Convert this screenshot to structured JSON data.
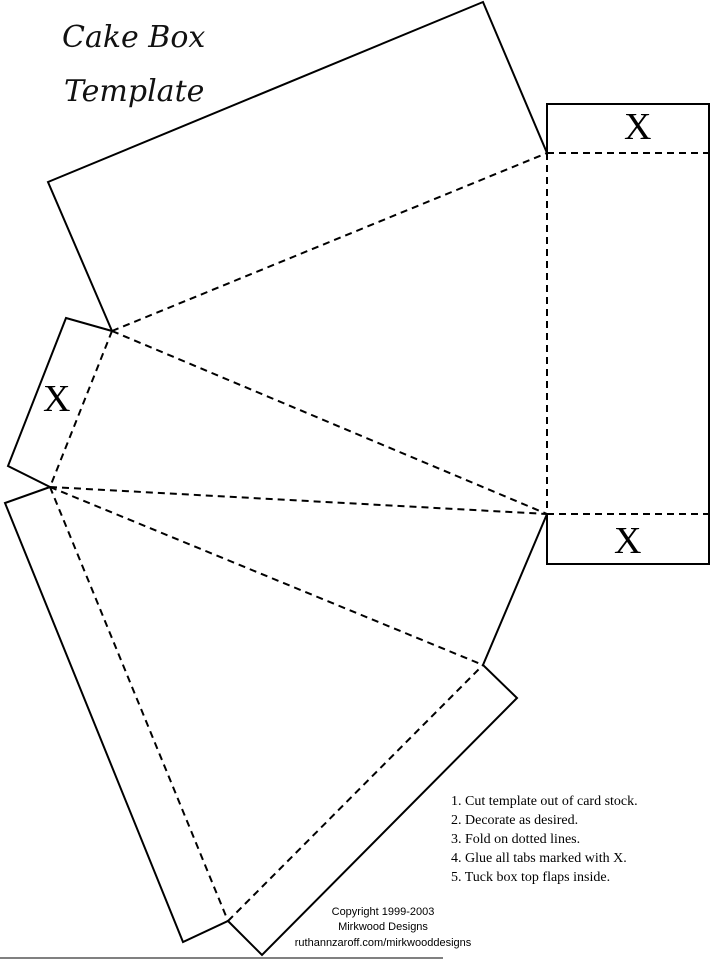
{
  "title": {
    "line1": "Cake Box",
    "line2": "Template"
  },
  "tab_label": "X",
  "instructions": [
    "1. Cut template out of card stock.",
    "2. Decorate as desired.",
    "3. Fold on dotted lines.",
    "4. Glue all tabs marked with X.",
    "5. Tuck box top flaps inside."
  ],
  "credits": {
    "copyright": "Copyright 1999-2003",
    "company": "Mirkwood Designs",
    "url": "ruthannzaroff.com/mirkwooddesigns"
  },
  "colors": {
    "line": "#000000",
    "background": "#ffffff"
  }
}
